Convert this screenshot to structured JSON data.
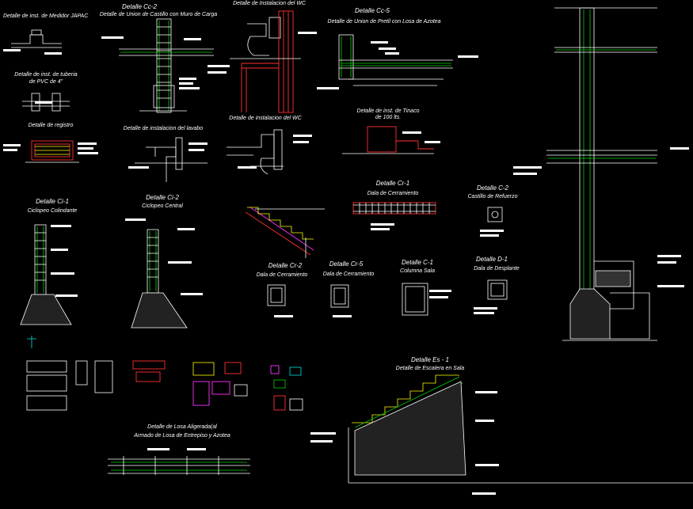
{
  "details": {
    "medidor": "Detalle de inst. de Medidor JAPAC",
    "cc2_title": "Detalle Cc-2",
    "cc2_sub": "Detalle de Union de Castillo con Muro de Carga",
    "instal_wc_top": "Detalle de Instalacion del WC",
    "cc5_title": "Detalle Cc-5",
    "cc5_sub": "Detalle de Union de Pretil con Losa de Azotea",
    "tuberia_line1": "Detalle de inst. de tuberia",
    "tuberia_line2": "de PVC de 4\"",
    "registro": "Detalle de registro",
    "lavabo": "Detalle de instalacion del lavabo",
    "instal_wc": "Detalle de instalacion del WC",
    "tinaco_line1": "Detalle de inst. de Tinaco",
    "tinaco_line2": "de 100 lts.",
    "ci1_title": "Detalle Ci-1",
    "ci1_sub": "Ciclopeo Colindante",
    "ci2_title": "Detalle Ci-2",
    "ci2_sub": "Ciclopeo Central",
    "cr1_title": "Detalle Cr-1",
    "cr1_sub": "Dala de Cerramiento",
    "c2_title": "Detalle C-2",
    "c2_sub": "Castillo de Refuerzo",
    "cr2_title": "Detalle Cr-2",
    "cr2_sub": "Dala de Cerramiento",
    "cr5_title": "Detalle Cr-5",
    "cr5_sub": "Dala de Cerramiento",
    "c1_title": "Detalle C-1",
    "c1_sub": "Columna Sala",
    "d1_title": "Detalle D-1",
    "d1_sub": "Dala de Desplante",
    "es1_title": "Detalle Es - 1",
    "es1_sub": "Detalle de Escalera en Sala",
    "losa_line1": "Detalle de Losa Aligerada(al",
    "losa_line2": "Armado de Losa de Entrepiso y Azotea"
  },
  "colors": {
    "background": "#000000",
    "linework": "#ffffff",
    "rebar": "#00d000",
    "pipes": "#ff3030",
    "hatch": "#ffff00",
    "accent_magenta": "#ff30ff",
    "accent_cyan": "#00e0e0"
  }
}
